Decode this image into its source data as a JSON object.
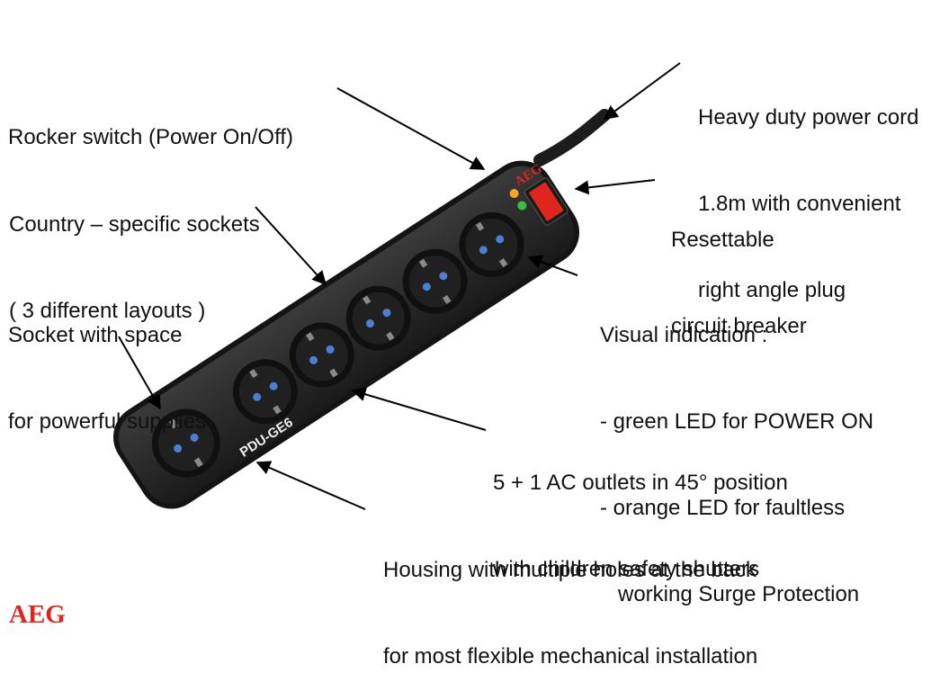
{
  "labels": {
    "rocker": "Rocker switch (Power On/Off)",
    "cord": [
      "Heavy duty power cord",
      "1.8m with convenient",
      "right angle plug"
    ],
    "country": [
      "Country – specific sockets",
      "( 3 different layouts )"
    ],
    "breaker": [
      "Resettable",
      "circuit breaker"
    ],
    "space": [
      "Socket with space",
      "for powerful supplies"
    ],
    "visual": [
      "Visual indication :",
      "- green LED for POWER ON",
      "- orange LED for faultless",
      "   working Surge Protection"
    ],
    "outlets": [
      "5 + 1 AC outlets in 45° position",
      "with children safety shutters"
    ],
    "housing": [
      "Housing with multiple holes at the back",
      "for most flexible mechanical installation"
    ]
  },
  "product": {
    "model": "PDU-GE6",
    "brand_on_device": "AEG",
    "led_colors": {
      "orange": "#f5a623",
      "green": "#3fbf3f"
    },
    "switch_color": "#e0261c"
  },
  "brand_logo": "AEG",
  "colors": {
    "housing": "#2a2a2a",
    "pin": "#4a7fd4",
    "accent": "#e2241a"
  }
}
